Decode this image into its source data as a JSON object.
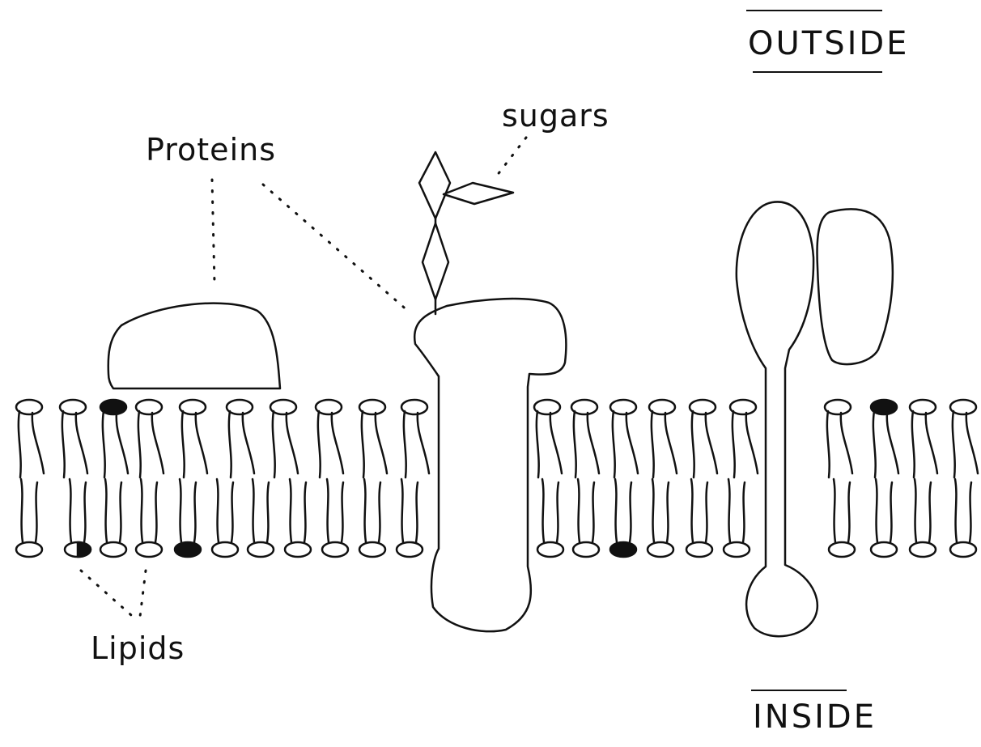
{
  "labels": {
    "outside": "OUTSIDE",
    "inside": "INSIDE",
    "proteins": "Proteins",
    "sugars": "sugars",
    "lipids": "Lipids"
  },
  "colors": {
    "ink": "#111111",
    "paper": "#ffffff"
  }
}
